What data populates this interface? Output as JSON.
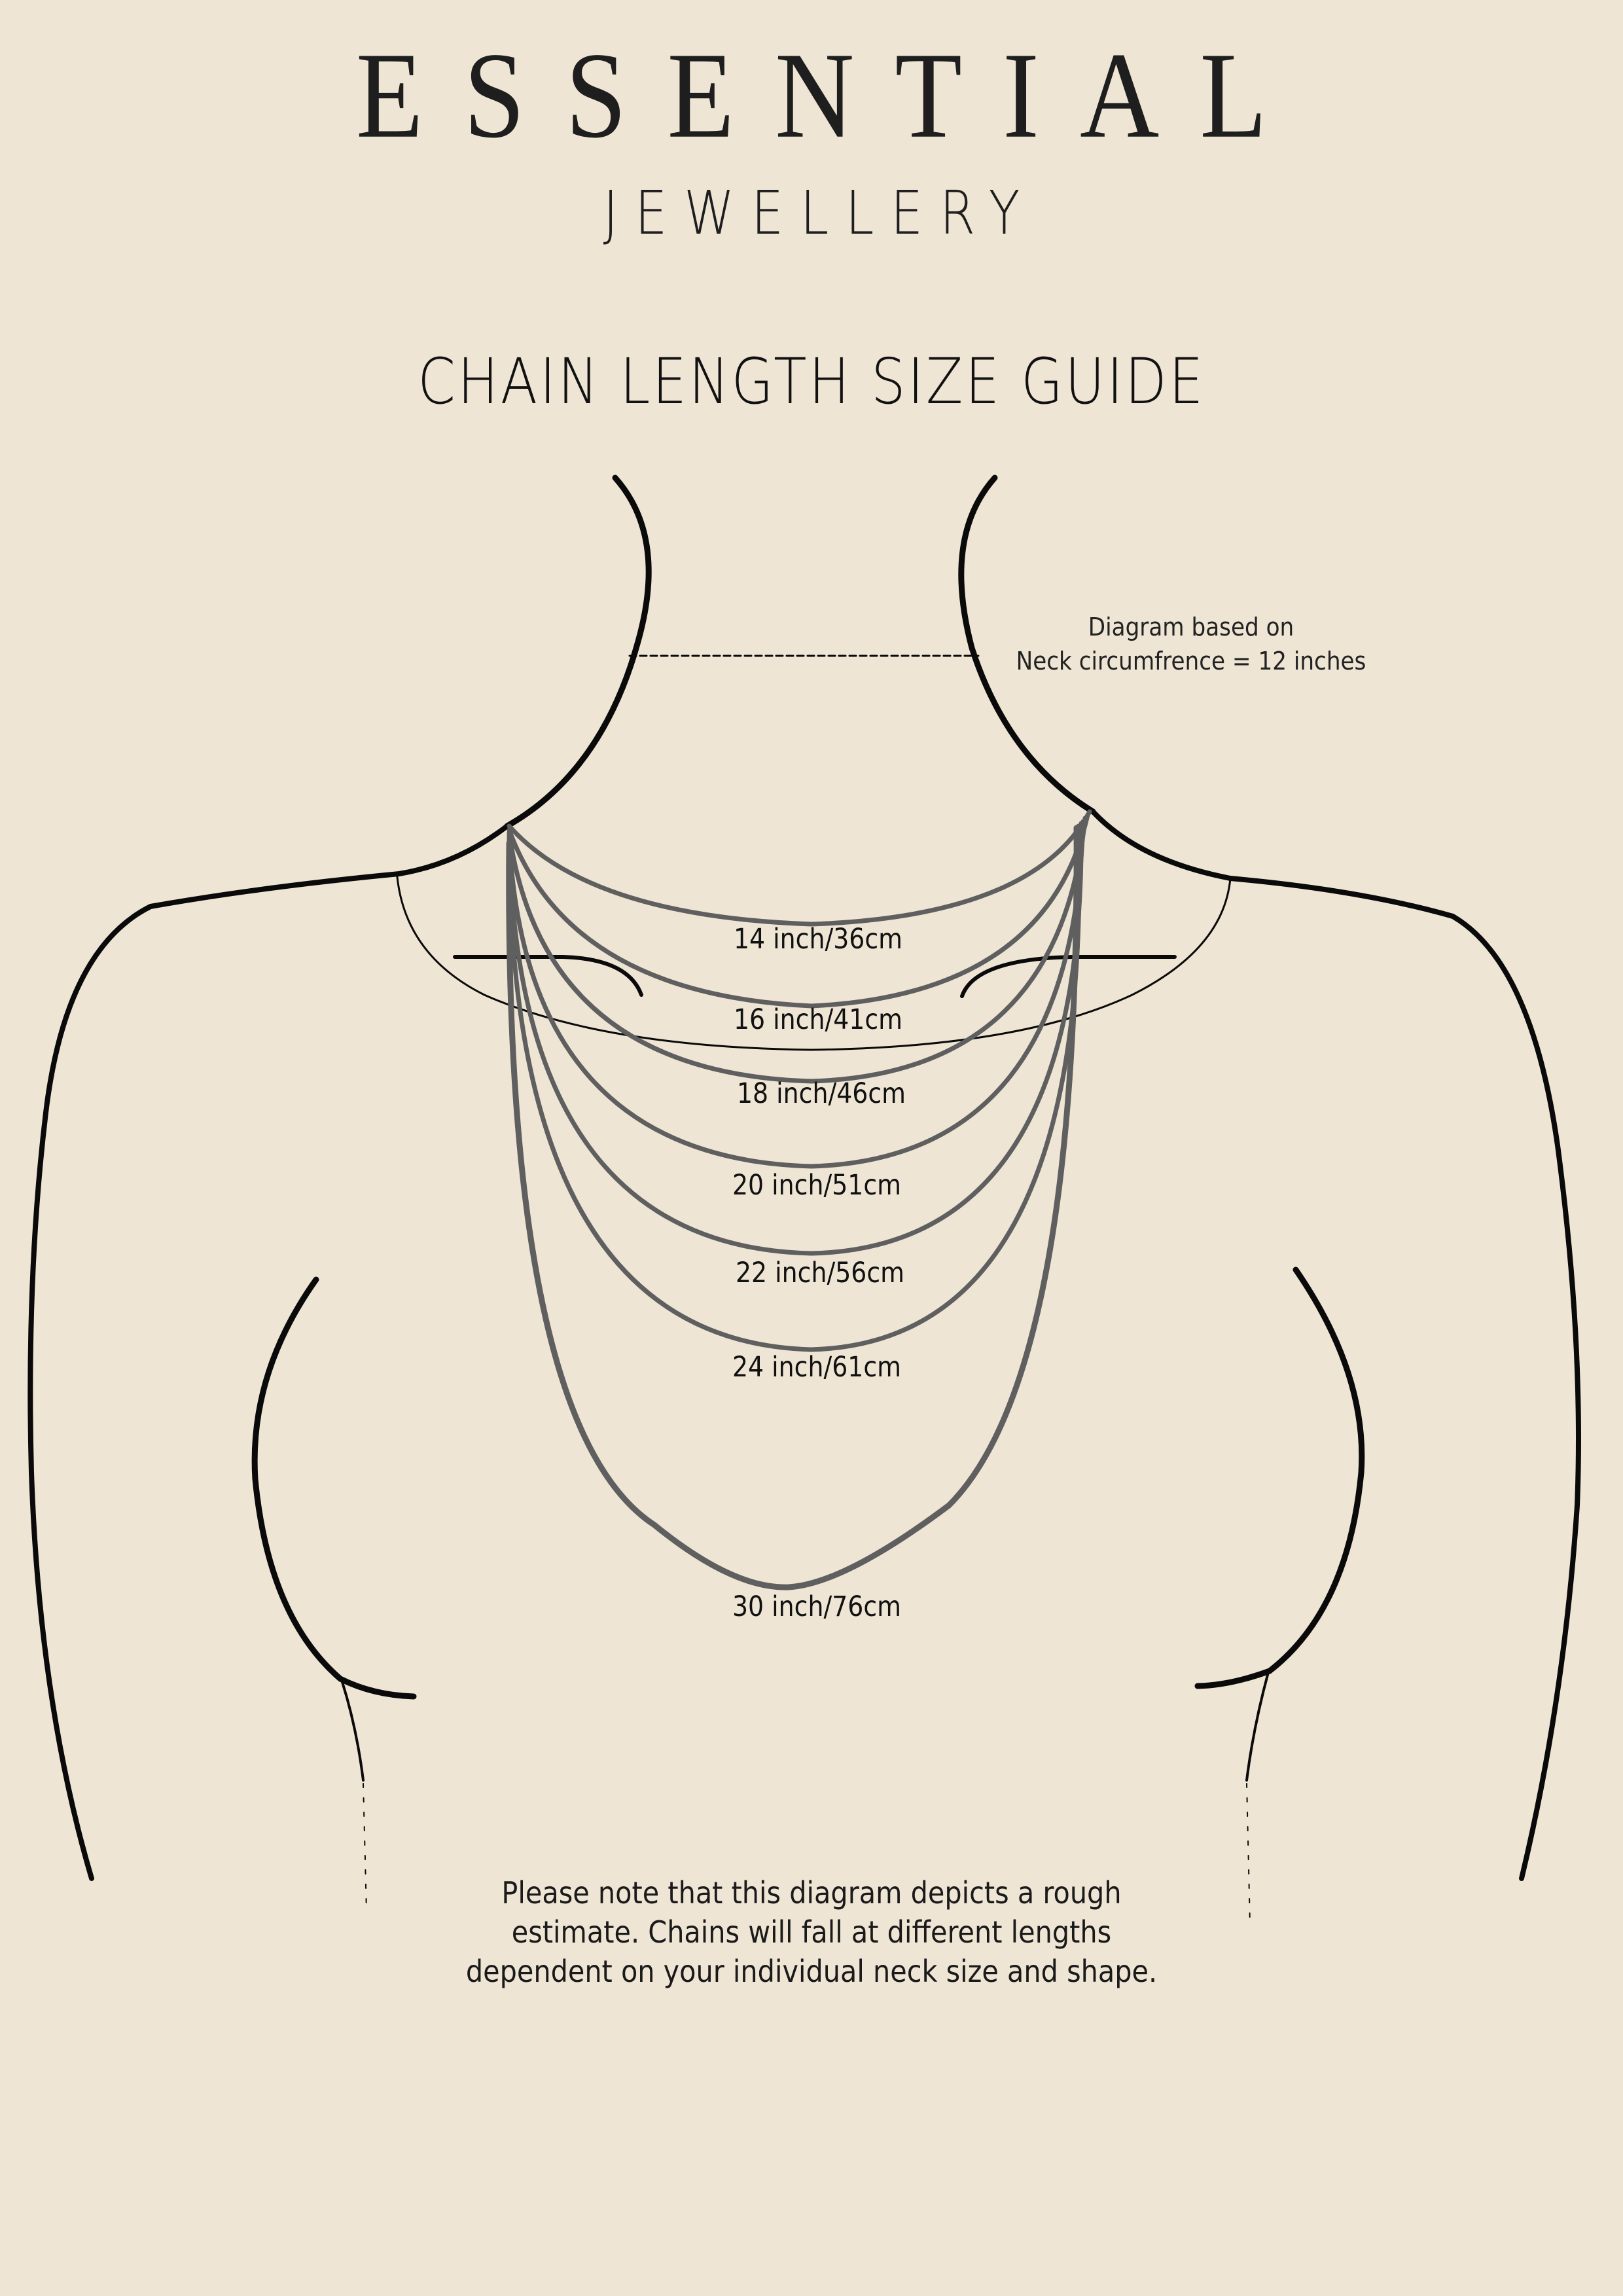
{
  "header": {
    "brand_name": "ESSENTIAL",
    "brand_subtitle": "JEWELLERY",
    "title": "CHAIN LENGTH SIZE GUIDE"
  },
  "neck_note": {
    "line1": "Diagram based on",
    "line2": "Neck circumfrence = 12 inches"
  },
  "chains": [
    {
      "inches": 14,
      "cm": 36,
      "label": "14 inch/36cm"
    },
    {
      "inches": 16,
      "cm": 41,
      "label": "16 inch/41cm"
    },
    {
      "inches": 18,
      "cm": 46,
      "label": "18 inch/46cm"
    },
    {
      "inches": 20,
      "cm": 51,
      "label": "20 inch/51cm"
    },
    {
      "inches": 22,
      "cm": 56,
      "label": "22 inch/56cm"
    },
    {
      "inches": 24,
      "cm": 61,
      "label": "24 inch/61cm"
    },
    {
      "inches": 30,
      "cm": 76,
      "label": "30 inch/76cm"
    }
  ],
  "disclaimer": {
    "line1": "Please note that this diagram depicts a rough",
    "line2": "estimate. Chains will fall at different lengths",
    "line3": "dependent on your individual neck size and shape."
  },
  "colors": {
    "background": "#EEE5D5",
    "outline": "#0a0a0a",
    "chain": "#5f5f5f",
    "text": "#111111"
  }
}
